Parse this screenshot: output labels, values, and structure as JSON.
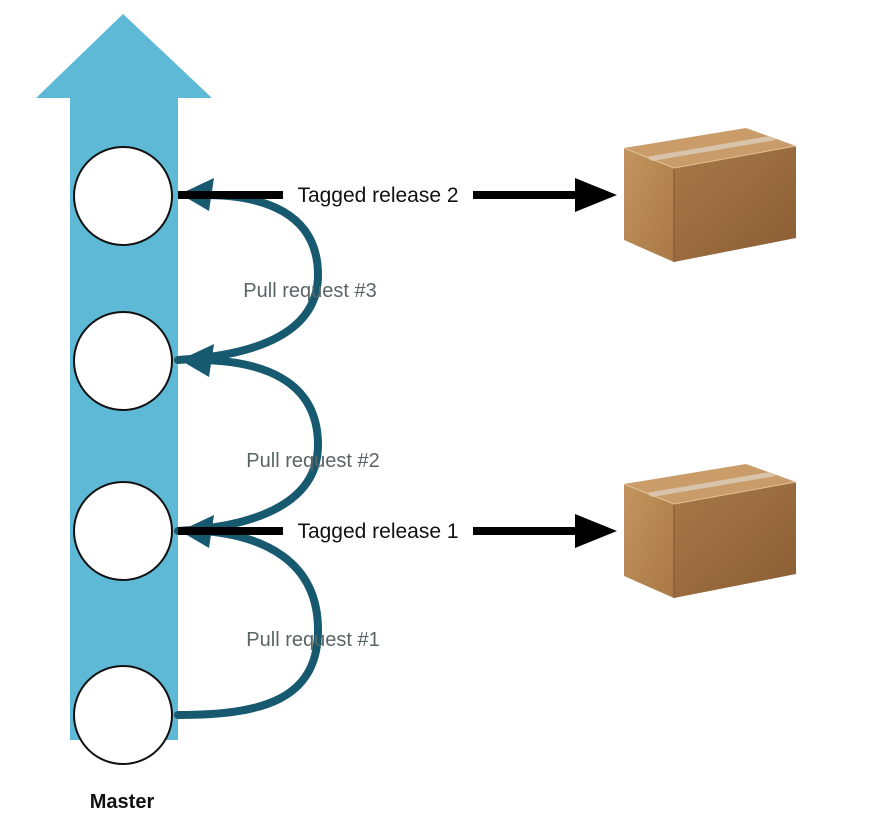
{
  "diagram": {
    "branch_label": "Master",
    "colors": {
      "branch": "#5eb9d6",
      "pull_arrow": "#17596e",
      "pull_text": "#5a6566",
      "release_arrow": "#000000",
      "box_front": "#b98a56",
      "box_side": "#9a6c3c",
      "box_top": "#c99c69",
      "tape": "#d9cbb6"
    },
    "commits": [
      {
        "id": "commit-1"
      },
      {
        "id": "commit-2"
      },
      {
        "id": "commit-3"
      },
      {
        "id": "commit-4"
      }
    ],
    "pull_requests": [
      {
        "label": "Pull request #1"
      },
      {
        "label": "Pull request #2"
      },
      {
        "label": "Pull request #3"
      }
    ],
    "releases": [
      {
        "label": "Tagged release 1",
        "icon": "package-box-icon"
      },
      {
        "label": "Tagged release 2",
        "icon": "package-box-icon"
      }
    ]
  }
}
